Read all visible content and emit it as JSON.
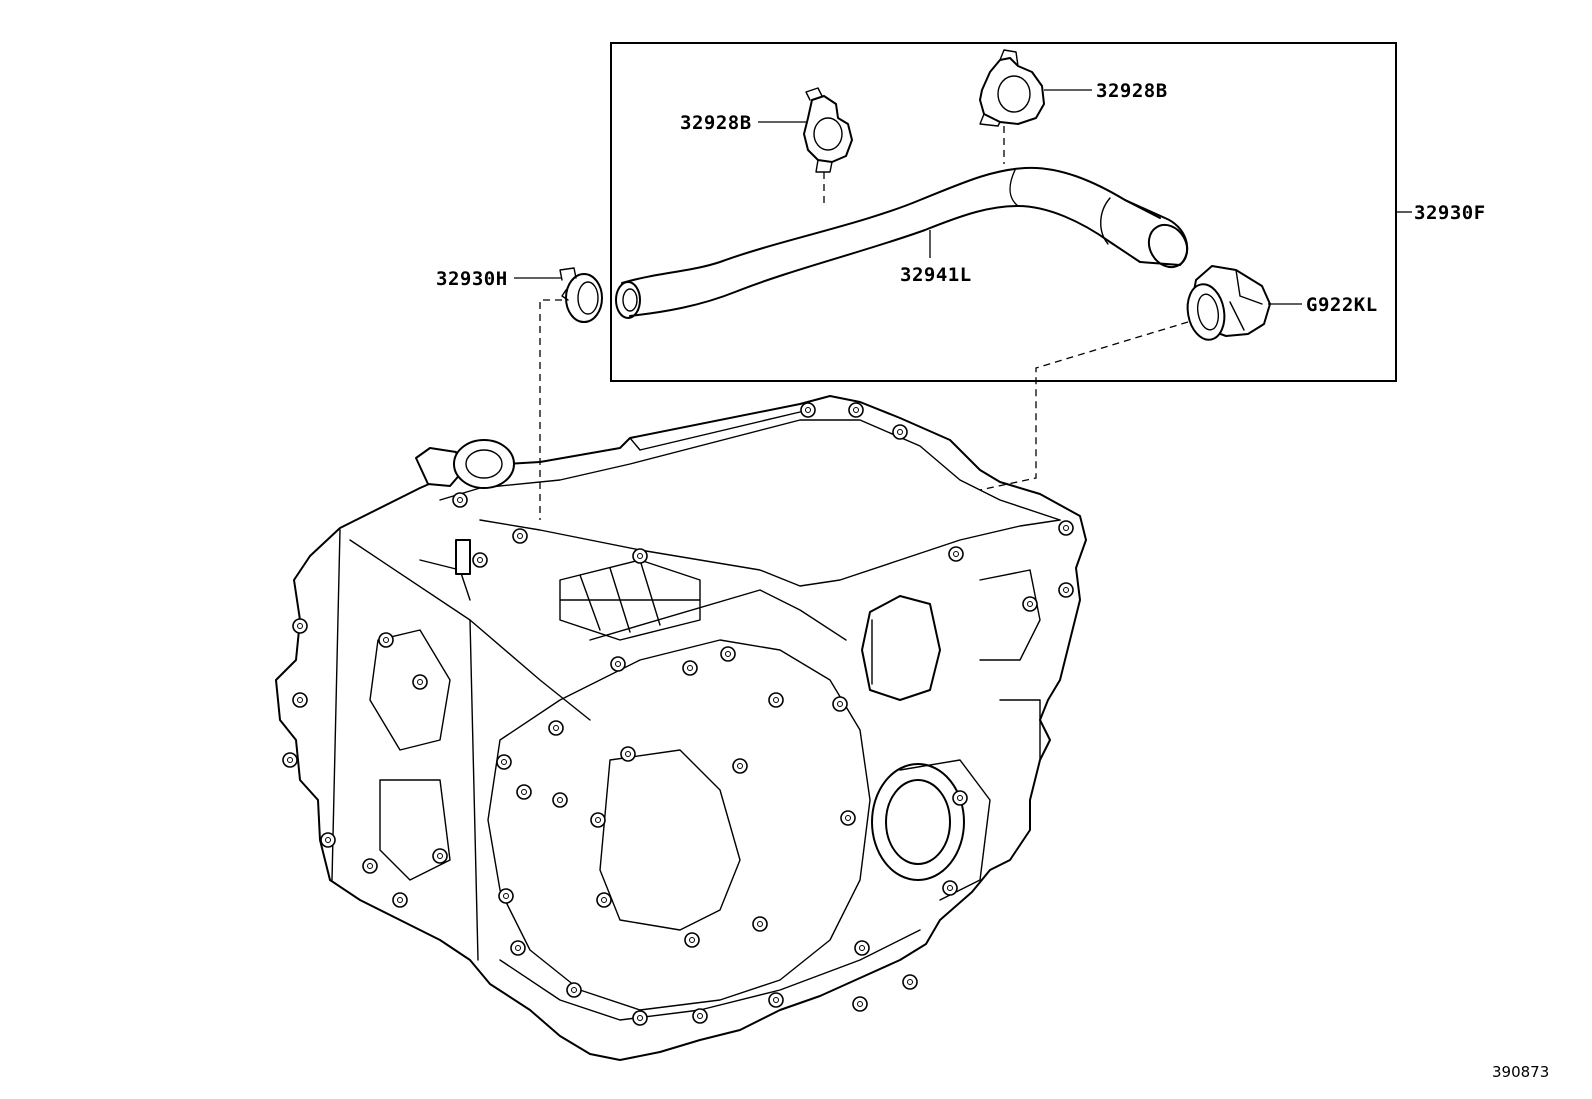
{
  "callouts": {
    "clamp_left": "32928B",
    "clamp_right": "32928B",
    "assembly": "32930F",
    "clamp_hose_end": "32930H",
    "hose": "32941L",
    "connector": "G922KL"
  },
  "reference_number": "390873"
}
